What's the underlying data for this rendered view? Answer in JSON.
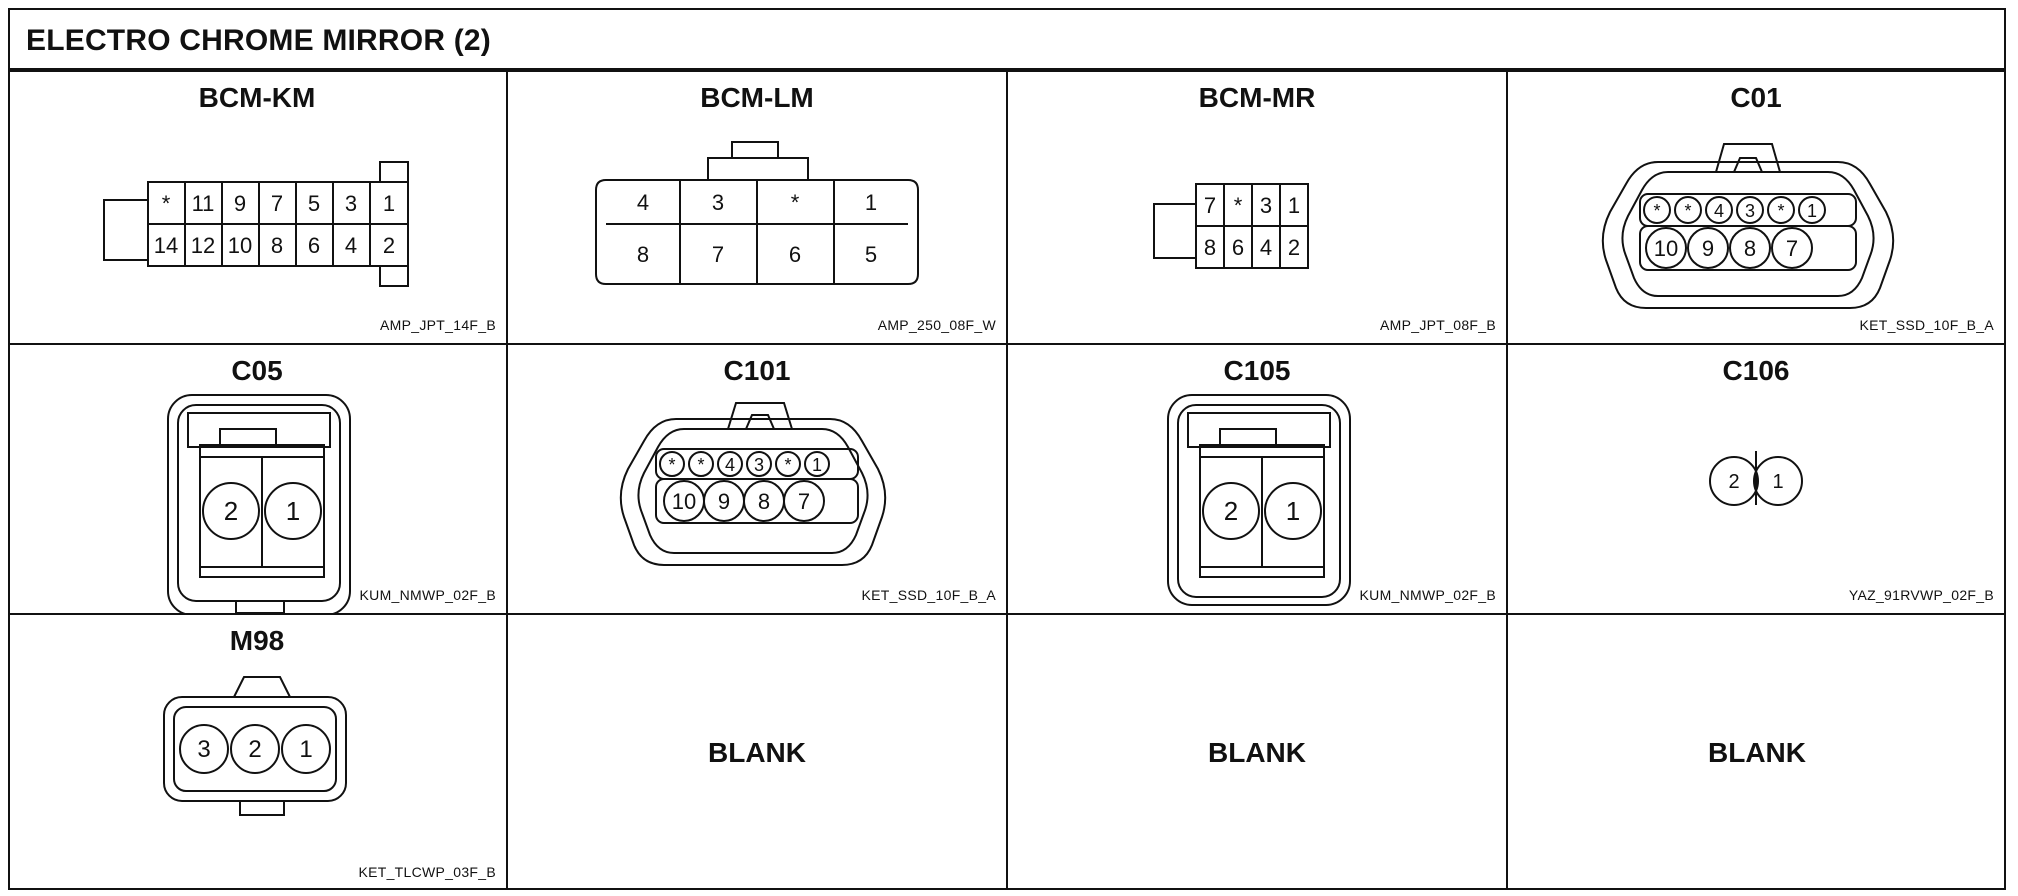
{
  "title": "ELECTRO CHROME MIRROR (2)",
  "connectors": [
    {
      "name": "BCM-KM",
      "code": "AMP_JPT_14F_B",
      "pins": [
        "*",
        "11",
        "9",
        "7",
        "5",
        "3",
        "1",
        "14",
        "12",
        "10",
        "8",
        "6",
        "4",
        "2"
      ]
    },
    {
      "name": "BCM-LM",
      "code": "AMP_250_08F_W",
      "pins": [
        "4",
        "3",
        "*",
        "1",
        "8",
        "7",
        "6",
        "5"
      ]
    },
    {
      "name": "BCM-MR",
      "code": "AMP_JPT_08F_B",
      "pins": [
        "7",
        "*",
        "3",
        "1",
        "8",
        "6",
        "4",
        "2"
      ]
    },
    {
      "name": "C01",
      "code": "KET_SSD_10F_B_A",
      "pins": [
        "*",
        "*",
        "4",
        "3",
        "*",
        "1",
        "10",
        "9",
        "8",
        "7"
      ]
    },
    {
      "name": "C05",
      "code": "KUM_NMWP_02F_B",
      "pins": [
        "2",
        "1"
      ]
    },
    {
      "name": "C101",
      "code": "KET_SSD_10F_B_A",
      "pins": [
        "*",
        "*",
        "4",
        "3",
        "*",
        "1",
        "10",
        "9",
        "8",
        "7"
      ]
    },
    {
      "name": "C105",
      "code": "KUM_NMWP_02F_B",
      "pins": [
        "2",
        "1"
      ]
    },
    {
      "name": "C106",
      "code": "YAZ_91RVWP_02F_B",
      "pins": [
        "2",
        "1"
      ]
    },
    {
      "name": "M98",
      "code": "KET_TLCWP_03F_B",
      "pins": [
        "3",
        "2",
        "1"
      ]
    }
  ],
  "blank_label": "BLANK"
}
